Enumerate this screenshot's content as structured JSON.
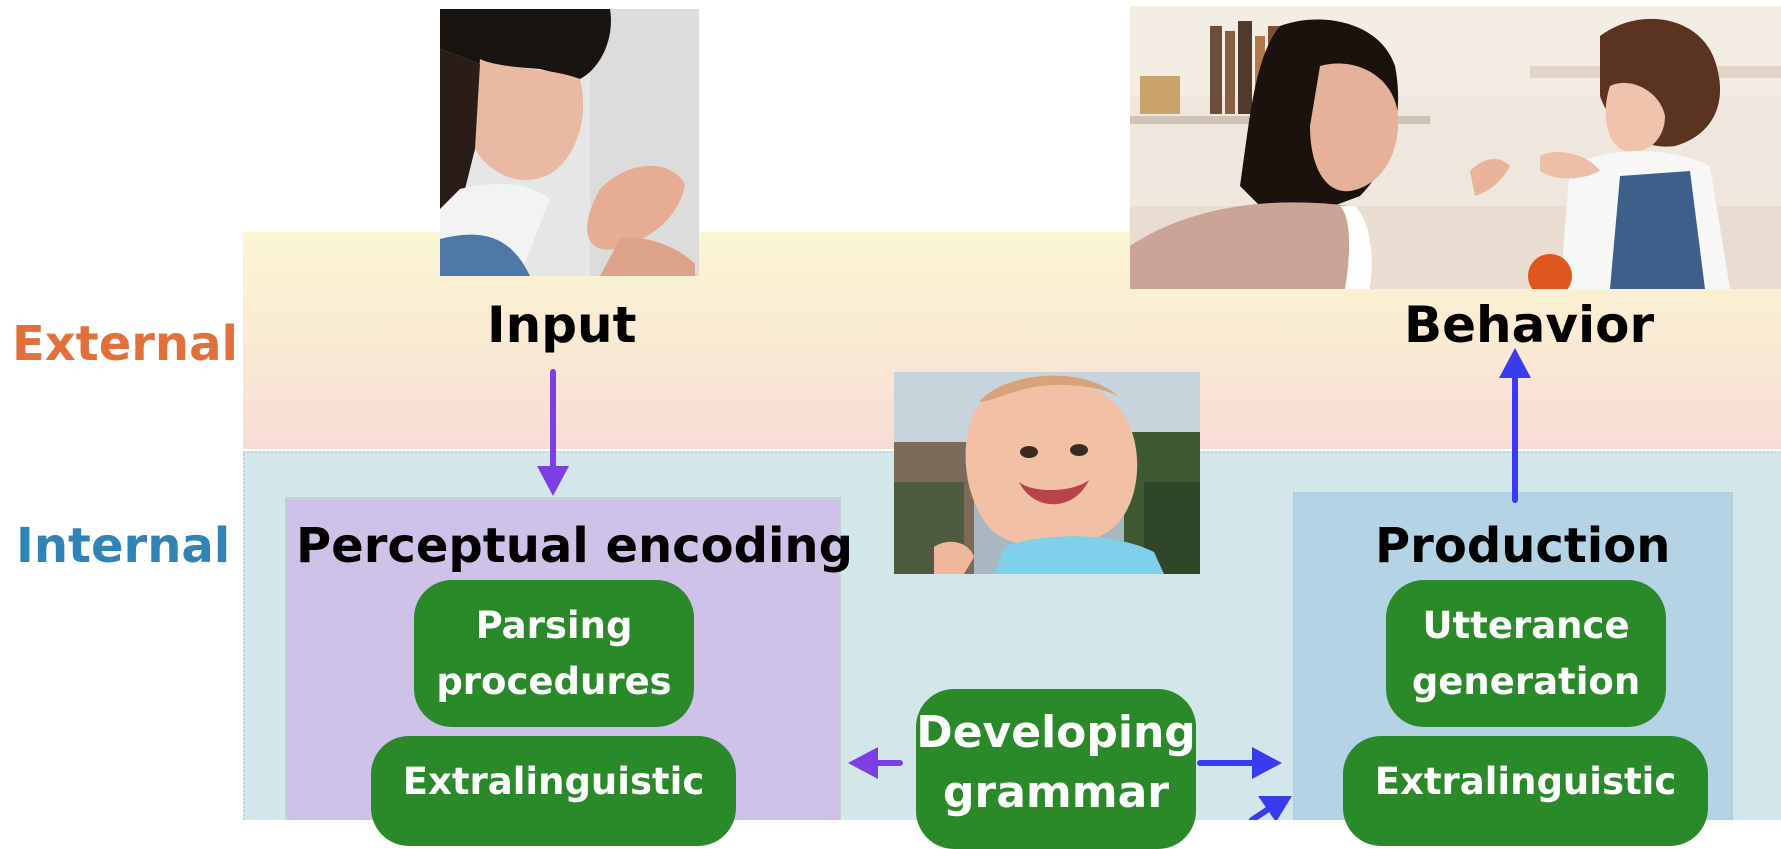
{
  "rows": {
    "external": "External",
    "internal": "Internal"
  },
  "external": {
    "input_label": "Input",
    "behavior_label": "Behavior"
  },
  "perceptual": {
    "title": "Perceptual encoding",
    "parsing_line1": "Parsing",
    "parsing_line2": "procedures",
    "extralinguistic": "Extralinguistic"
  },
  "grammar": {
    "line1": "Developing",
    "line2": "grammar"
  },
  "production": {
    "title": "Production",
    "utterance_line1": "Utterance",
    "utterance_line2": "generation",
    "extralinguistic": "Extralinguistic"
  },
  "colors": {
    "external_label": "#e2703a",
    "internal_label": "#2f84b5",
    "pill_green": "#2a8a29",
    "arrow_purple": "#7b3fe4",
    "arrow_blue": "#3a3af0"
  },
  "photos": {
    "input_photo": "woman-talking-photo",
    "behavior_photo": "mother-and-toddler-photo",
    "child_photo": "laughing-baby-photo"
  }
}
